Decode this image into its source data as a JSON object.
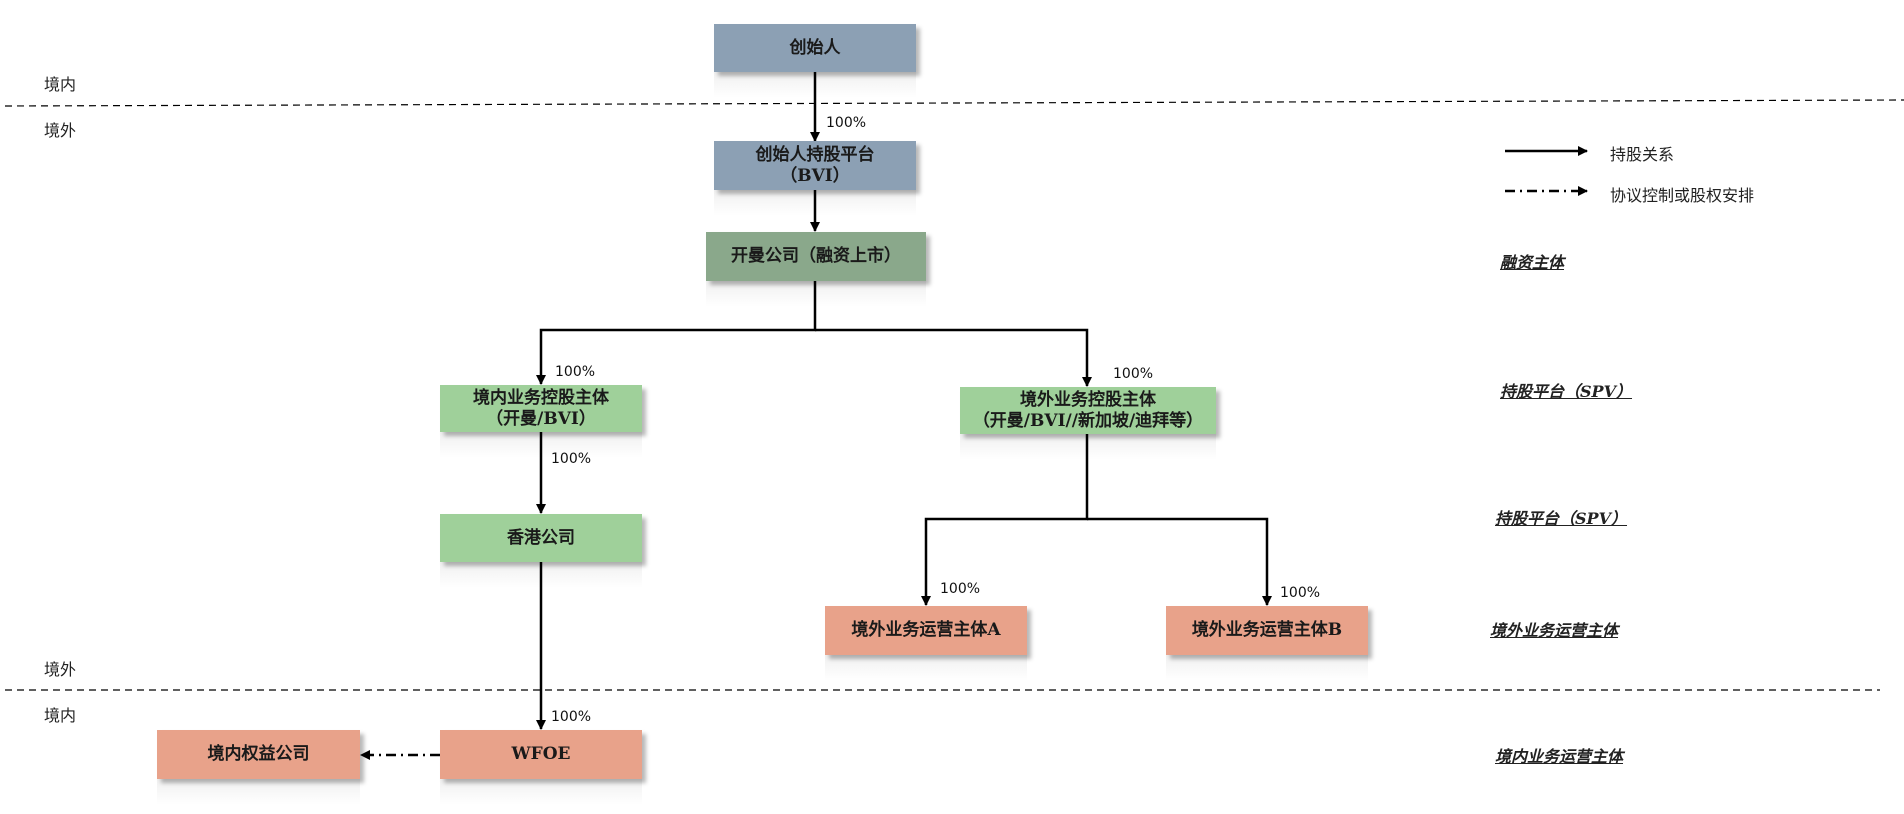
{
  "zones": {
    "top_domestic": "境内",
    "top_overseas": "境外",
    "bottom_overseas": "境外",
    "bottom_domestic": "境内"
  },
  "nodes": {
    "founder": {
      "label": "创始人",
      "color": "#8ca0b4"
    },
    "founder_bvi": {
      "line1": "创始人持股平台",
      "line2": "（BVI）",
      "color": "#8ca0b4"
    },
    "listco": {
      "label": "开曼公司（融资上市）",
      "color": "#8aa88b"
    },
    "domestic_holding": {
      "line1": "境内业务控股主体",
      "line2": "（开曼/BVI）",
      "color": "#9fd09a"
    },
    "overseas_holding": {
      "line1": "境外业务控股主体",
      "line2": "（开曼/BVI//新加坡/迪拜等）",
      "color": "#9fd09a"
    },
    "hk": {
      "label": "香港公司",
      "color": "#9fd09a"
    },
    "ops_a": {
      "label": "境外业务运营主体A",
      "color": "#e8a28a"
    },
    "ops_b": {
      "label": "境外业务运营主体B",
      "color": "#e8a28a"
    },
    "wfoe": {
      "label": "WFOE",
      "color": "#e8a28a"
    },
    "domestic_equity": {
      "label": "境内权益公司",
      "color": "#e8a28a"
    }
  },
  "percentages": {
    "founder_to_bvi": "100%",
    "listco_to_domestic": "100%",
    "listco_to_overseas": "100%",
    "domestic_to_hk": "100%",
    "overseas_to_a": "100%",
    "overseas_to_b": "100%",
    "hk_to_wfoe": "100%"
  },
  "levels": {
    "financing": "融资主体",
    "spv1": "持股平台（SPV）",
    "spv2": "持股平台（SPV）",
    "overseas_ops": "境外业务运营主体",
    "domestic_ops": "境内业务运营主体"
  },
  "legend": {
    "solid": "持股关系",
    "dashdot": "协议控制或股权安排"
  }
}
